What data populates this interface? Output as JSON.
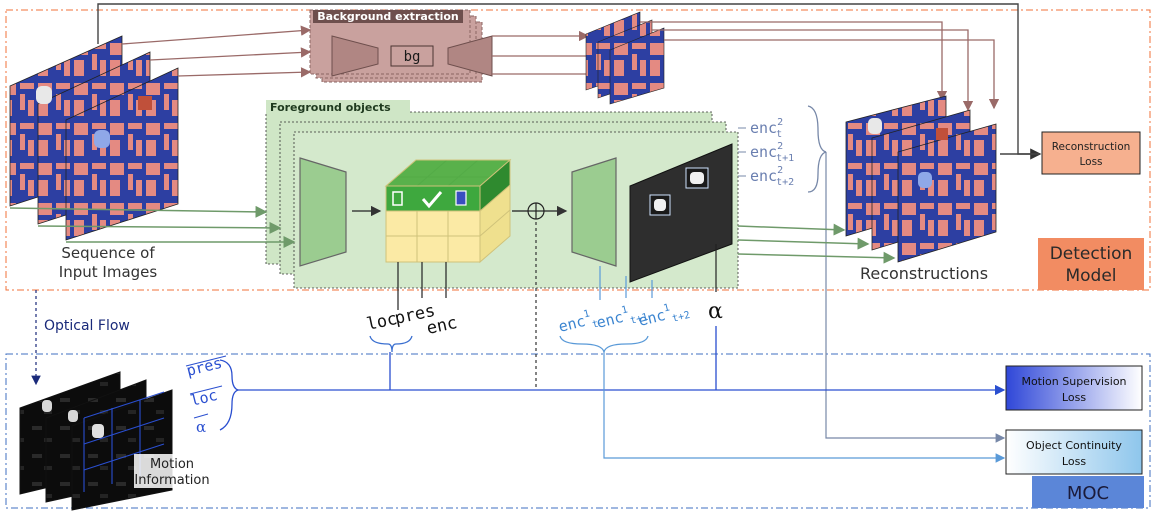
{
  "labels": {
    "background_extraction": "Background extraction",
    "bg": "bg",
    "foreground_objects": "Foreground objects",
    "sequence_line1": "Sequence of",
    "sequence_line2": "Input Images",
    "reconstructions": "Reconstructions",
    "detection_line1": "Detection",
    "detection_line2": "Model",
    "optical_flow": "Optical Flow",
    "motion_line1": "Motion",
    "motion_line2": "Information",
    "moc": "MOC",
    "loc": "loc",
    "pres": "pres",
    "enc": "enc",
    "alpha": "α",
    "oplus": "⊕"
  },
  "losses": {
    "reconstruction_line1": "Reconstruction",
    "reconstruction_line2": "Loss",
    "motion_sup_line1": "Motion Supervision",
    "motion_sup_line2": "Loss",
    "continuity_line1": "Object Continuity",
    "continuity_line2": "Loss"
  },
  "enc2": [
    {
      "base": "enc",
      "sup": "2",
      "sub": "t"
    },
    {
      "base": "enc",
      "sup": "2",
      "sub": "t+1"
    },
    {
      "base": "enc",
      "sup": "2",
      "sub": "t+2"
    }
  ],
  "enc1": [
    {
      "base": "enc",
      "sup": "1",
      "sub": "t"
    },
    {
      "base": "enc",
      "sup": "1",
      "sub": "t+1"
    },
    {
      "base": "enc",
      "sup": "1",
      "sub": "t+2"
    }
  ],
  "motion_vars": [
    "pres",
    "loc",
    "α"
  ],
  "colors": {
    "detection_border": "#f0723a",
    "detection_fill": "#f28c62",
    "moc_border": "#3f6fc0",
    "moc_fill": "#5b86d8",
    "reconstruction_loss_fill": "#f6b08f",
    "green_panel": "#cfe6c6",
    "bg_box": "#b88a86",
    "game_blue": "#2d3fa2",
    "game_pink": "#e48a82"
  }
}
